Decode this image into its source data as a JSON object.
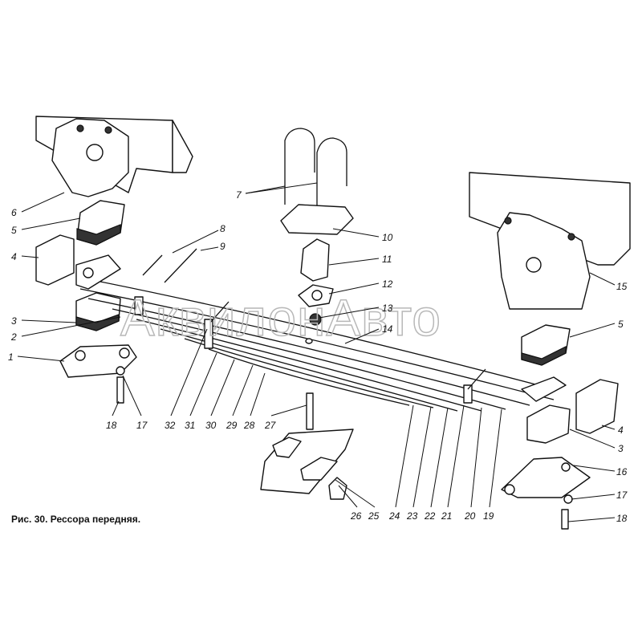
{
  "figure": {
    "caption": "Рис. 30. Рессора передняя.",
    "watermark": "АквилонАвто",
    "labels": {
      "l1": "1",
      "l2": "2",
      "l3": "3",
      "l4": "4",
      "l5": "5",
      "l6": "6",
      "l7": "7",
      "l8": "8",
      "l9": "9",
      "l10": "10",
      "l11": "11",
      "l12": "12",
      "l13": "13",
      "l14": "14",
      "l15": "15",
      "l16": "16",
      "l17": "17",
      "l18": "18",
      "l19": "19",
      "l20": "20",
      "l21": "21",
      "l22": "22",
      "l23": "23",
      "l24": "24",
      "l25": "25",
      "l26": "26",
      "l27": "27",
      "l28": "28",
      "l29": "29",
      "l30": "30",
      "l31": "31",
      "l32": "32"
    }
  }
}
